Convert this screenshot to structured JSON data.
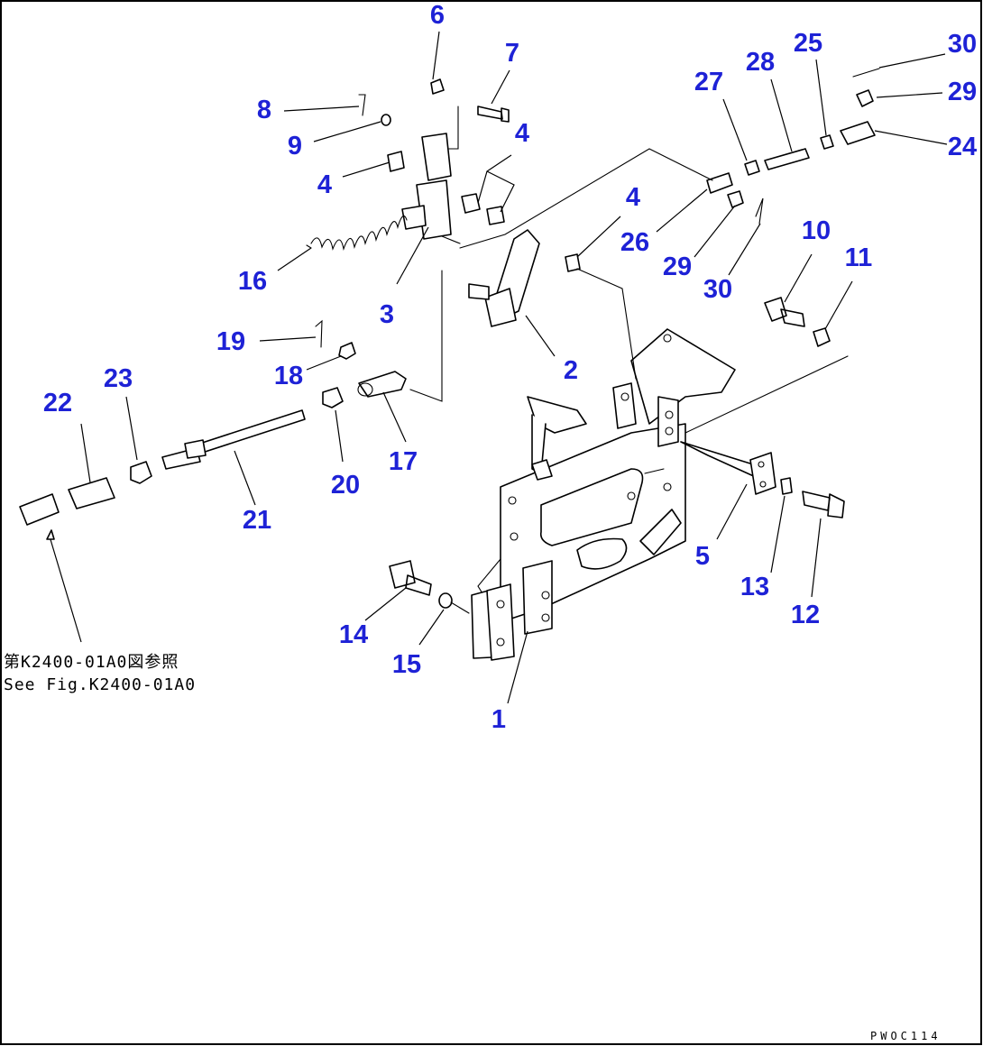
{
  "callouts": [
    {
      "id": "c6",
      "text": "6"
    },
    {
      "id": "c7",
      "text": "7"
    },
    {
      "id": "c8",
      "text": "8"
    },
    {
      "id": "c9",
      "text": "9"
    },
    {
      "id": "c4a",
      "text": "4"
    },
    {
      "id": "c4b",
      "text": "4"
    },
    {
      "id": "c4c",
      "text": "4"
    },
    {
      "id": "c16",
      "text": "16"
    },
    {
      "id": "c3",
      "text": "3"
    },
    {
      "id": "c2",
      "text": "2"
    },
    {
      "id": "c19",
      "text": "19"
    },
    {
      "id": "c18",
      "text": "18"
    },
    {
      "id": "c17",
      "text": "17"
    },
    {
      "id": "c20",
      "text": "20"
    },
    {
      "id": "c21",
      "text": "21"
    },
    {
      "id": "c22",
      "text": "22"
    },
    {
      "id": "c23",
      "text": "23"
    },
    {
      "id": "c27",
      "text": "27"
    },
    {
      "id": "c28",
      "text": "28"
    },
    {
      "id": "c25",
      "text": "25"
    },
    {
      "id": "c30a",
      "text": "30"
    },
    {
      "id": "c29a",
      "text": "29"
    },
    {
      "id": "c24",
      "text": "24"
    },
    {
      "id": "c26",
      "text": "26"
    },
    {
      "id": "c29b",
      "text": "29"
    },
    {
      "id": "c30b",
      "text": "30"
    },
    {
      "id": "c10",
      "text": "10"
    },
    {
      "id": "c11",
      "text": "11"
    },
    {
      "id": "c5",
      "text": "5"
    },
    {
      "id": "c13",
      "text": "13"
    },
    {
      "id": "c12",
      "text": "12"
    },
    {
      "id": "c14",
      "text": "14"
    },
    {
      "id": "c15",
      "text": "15"
    },
    {
      "id": "c1",
      "text": "1"
    }
  ],
  "reference_note": {
    "line1": "第K2400-01A0図参照",
    "line2": "See Fig.K2400-01A0"
  },
  "drawing_code": "PWOC114",
  "colors": {
    "callout": "#1e22d6",
    "line": "#000000",
    "background": "#ffffff"
  }
}
